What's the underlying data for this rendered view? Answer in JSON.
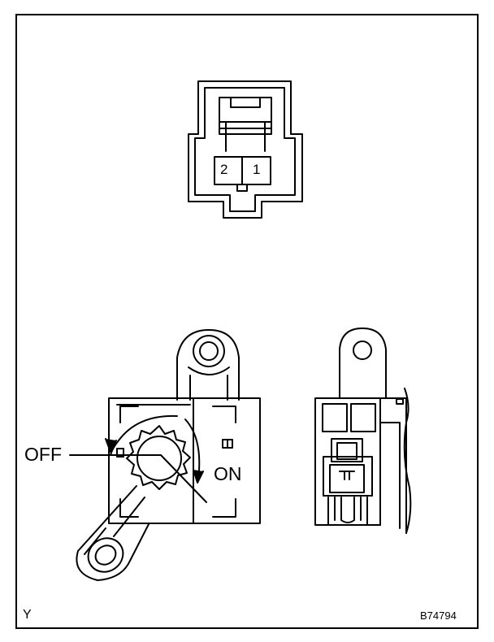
{
  "labels": {
    "off": "OFF",
    "on": "ON",
    "pin_2": "2",
    "pin_1": "1",
    "corner_mark": "Y",
    "figure_code": "B74794"
  },
  "colors": {
    "line": "#000000",
    "background": "#ffffff"
  }
}
